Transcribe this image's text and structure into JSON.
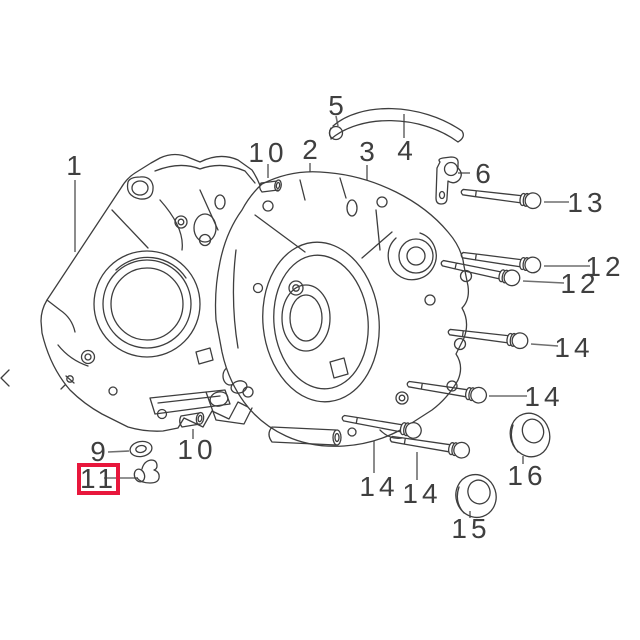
{
  "diagram": {
    "selected_part": "11",
    "colors": {
      "background": "#ffffff",
      "line_color": "#3e3e3e",
      "leader_color": "#6f6f6f",
      "label_color": "#3f3f3f",
      "highlight_color": "#e8173c"
    },
    "labels": [
      {
        "id": "part-1",
        "text": "1"
      },
      {
        "id": "part-2",
        "text": "2"
      },
      {
        "id": "part-3",
        "text": "3"
      },
      {
        "id": "part-4",
        "text": "4"
      },
      {
        "id": "part-5",
        "text": "5"
      },
      {
        "id": "part-6",
        "text": "6"
      },
      {
        "id": "part-9",
        "text": "9"
      },
      {
        "id": "part-10-top",
        "text": "10"
      },
      {
        "id": "part-10-bottom",
        "text": "10"
      },
      {
        "id": "part-11",
        "text": "11"
      },
      {
        "id": "part-12-upper",
        "text": "12"
      },
      {
        "id": "part-12-lower",
        "text": "12"
      },
      {
        "id": "part-13",
        "text": "13"
      },
      {
        "id": "part-14-upper-right",
        "text": "14"
      },
      {
        "id": "part-14-mid-right",
        "text": "14"
      },
      {
        "id": "part-14-lower-left",
        "text": "14"
      },
      {
        "id": "part-14-lower-mid",
        "text": "14"
      },
      {
        "id": "part-15",
        "text": "15"
      },
      {
        "id": "part-16",
        "text": "16"
      }
    ]
  }
}
